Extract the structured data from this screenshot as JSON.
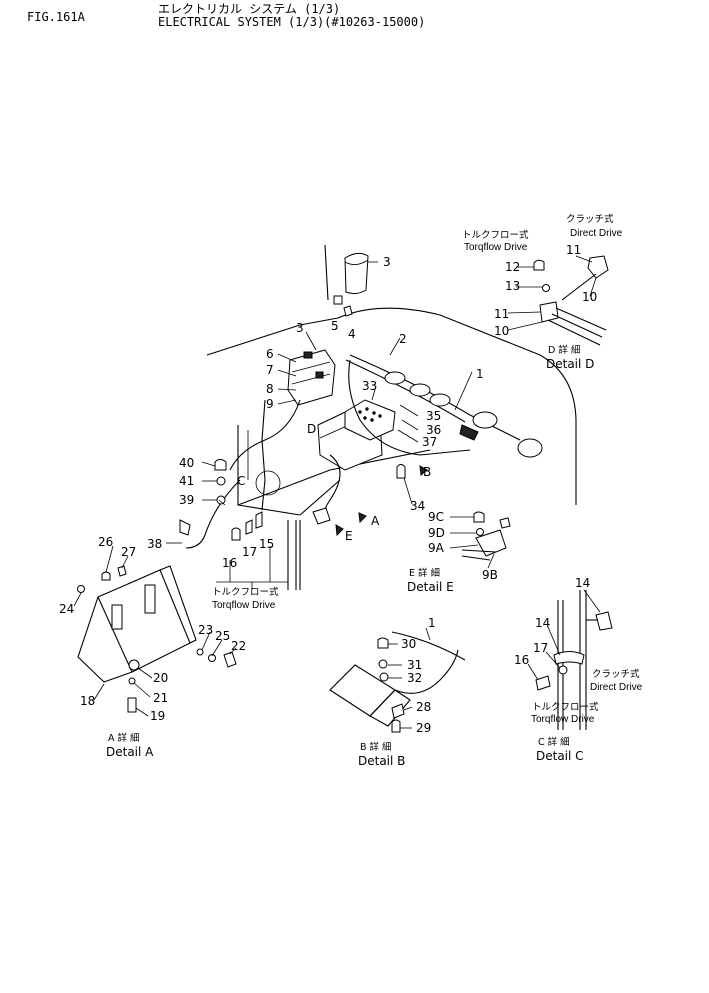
{
  "header": {
    "fig": "FIG.161A",
    "title_jp": "エレクトリカル システム (1/3)",
    "title_en": "ELECTRICAL SYSTEM (1/3)(#10263-15000)"
  },
  "main_labels": [
    "1",
    "2",
    "3",
    "3",
    "4",
    "5",
    "6",
    "7",
    "8",
    "9",
    "33",
    "35",
    "36",
    "37",
    "34",
    "38",
    "39",
    "40",
    "41",
    "15",
    "16",
    "17",
    "D",
    "C",
    "A",
    "B",
    "E"
  ],
  "details": {
    "D": {
      "jp_caption": "D 詳 細",
      "en_caption": "Detail D",
      "variant1_jp": "クラッチ式",
      "variant1_en": "Direct Drive",
      "variant2_jp": "トルクフロー式",
      "variant2_en": "Torqflow Drive",
      "labels": [
        "11",
        "12",
        "13",
        "10",
        "11",
        "10"
      ]
    },
    "E": {
      "jp_caption": "E 詳 細",
      "en_caption": "Detail E",
      "labels": [
        "9C",
        "9D",
        "9A",
        "9B"
      ]
    },
    "A": {
      "jp_caption": "A 詳 細",
      "en_caption": "Detail A",
      "labels": [
        "26",
        "27",
        "24",
        "18",
        "23",
        "25",
        "22",
        "20",
        "21",
        "19"
      ]
    },
    "B": {
      "jp_caption": "B 詳 細",
      "en_caption": "Detail B",
      "labels": [
        "1",
        "30",
        "31",
        "32",
        "28",
        "29"
      ]
    },
    "C": {
      "jp_caption": "C 詳 細",
      "en_caption": "Detail C",
      "variant1_jp": "クラッチ式",
      "variant1_en": "Direct Drive",
      "variant2_jp": "トルクフロー式",
      "variant2_en": "Torqflow Drive",
      "labels": [
        "14",
        "14",
        "17",
        "16"
      ]
    },
    "main_note": {
      "jp": "トルクフロー式",
      "en": "Torqflow Drive"
    }
  }
}
